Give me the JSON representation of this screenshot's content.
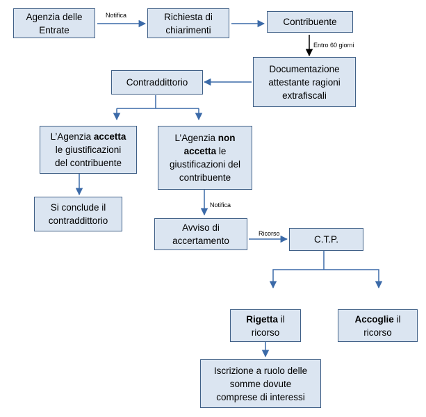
{
  "nodes": {
    "agenzia": [
      "Agenzia delle",
      "Entrate"
    ],
    "richiesta": [
      "Richiesta di",
      "chiarimenti"
    ],
    "contribuente": "Contribuente",
    "documentazione": [
      "Documentazione",
      "attestante ragioni",
      "extrafiscali"
    ],
    "contraddittorio": "Contraddittorio",
    "accetta": {
      "pre": "L’Agenzia ",
      "bold": "accetta",
      "line2": "le giustificazioni",
      "line3": "del contribuente"
    },
    "non_accetta": {
      "pre": "L’Agenzia ",
      "bold1": "non",
      "bold2": "accetta",
      "post": " le",
      "line3": "giustificazioni del",
      "line4": "contribuente"
    },
    "conclude": [
      "Si conclude il",
      "contraddittorio"
    ],
    "avviso": [
      "Avviso di",
      "accertamento"
    ],
    "ctp": "C.T.P.",
    "rigetta": {
      "bold": "Rigetta",
      "post": " il",
      "line2": "ricorso"
    },
    "accoglie": {
      "bold": "Accoglie",
      "post": " il",
      "line2": "ricorso"
    },
    "iscrizione": [
      "Iscrizione a ruolo delle",
      "somme dovute",
      "comprese di interessi"
    ]
  },
  "edge_labels": {
    "notifica_1": "Notifica",
    "entro": "Entro 60 giorni",
    "notifica_2": "Notifica",
    "ricorso": "Ricorso"
  },
  "colors": {
    "box_fill": "#dbe5f1",
    "box_border": "#3f5f86",
    "arrow": "#3b6aa8",
    "arrow_dark": "#000000"
  }
}
